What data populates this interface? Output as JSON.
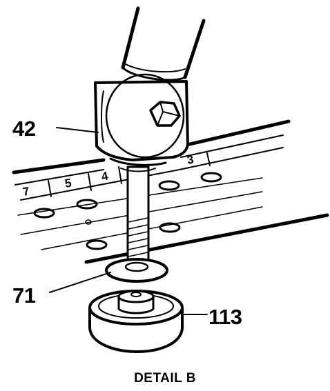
{
  "callouts": {
    "part_42": "42",
    "part_71": "71",
    "part_113": "113"
  },
  "rail_numbers": [
    "7",
    "5",
    "4",
    "3"
  ],
  "caption": "DETAIL B",
  "colors": {
    "ink": "#000000",
    "paper": "#ffffff"
  }
}
